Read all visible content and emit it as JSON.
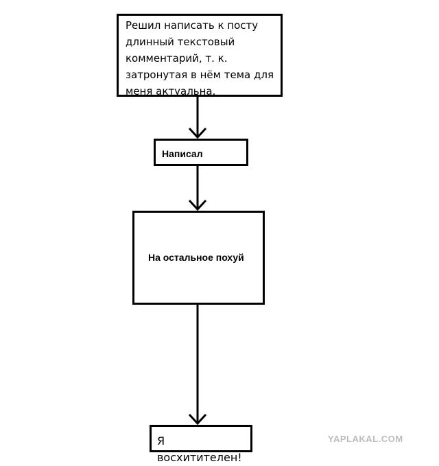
{
  "flowchart": {
    "nodes": [
      {
        "id": "start",
        "text": "Решил написать к посту длинный текстовый комментарий, т. к. затронутая в нём тема для меня актуальна."
      },
      {
        "id": "wrote",
        "text": "Написал"
      },
      {
        "id": "rest",
        "text": "На остальное похуй"
      },
      {
        "id": "end",
        "text": "Я восхитителен!"
      }
    ],
    "edges": [
      {
        "from": "start",
        "to": "wrote"
      },
      {
        "from": "wrote",
        "to": "rest"
      },
      {
        "from": "rest",
        "to": "end"
      }
    ]
  },
  "watermark": "YAPLAKAL.COM",
  "colors": {
    "line": "#000000",
    "background": "#ffffff",
    "watermark": "#bcbcbc"
  }
}
